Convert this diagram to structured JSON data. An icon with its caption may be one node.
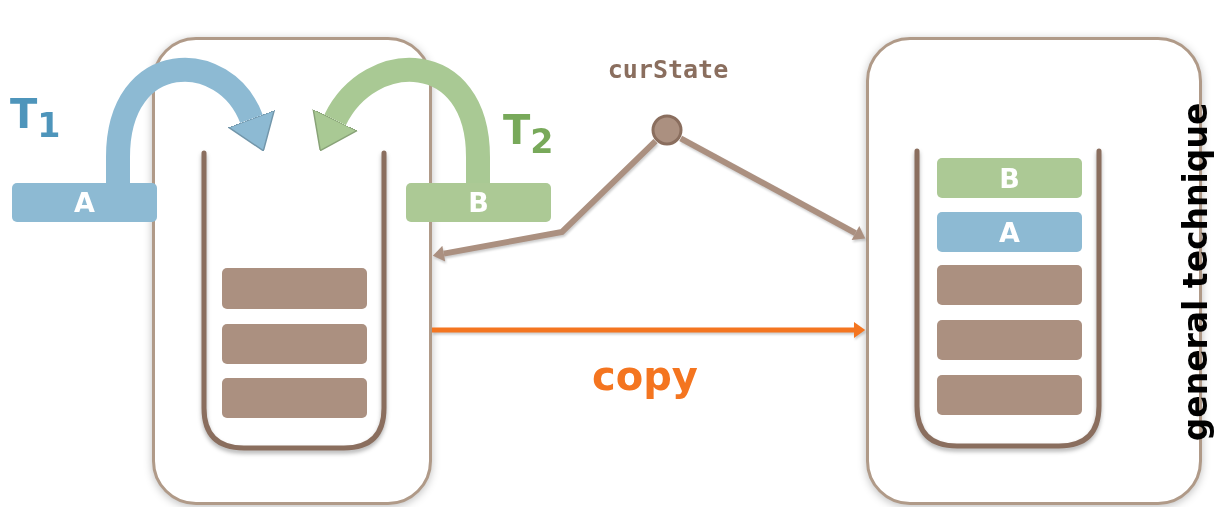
{
  "diagram": {
    "nodes": [
      {
        "text": [],
        "shape": "box"
      },
      {
        "text": [],
        "shape": "cup",
        "in": 0
      },
      {
        "text": [],
        "shape": "bar",
        "in": 1
      },
      {
        "text": [],
        "shape": "bar",
        "in": 1
      },
      {
        "text": [],
        "shape": "bar",
        "in": 1
      },
      {
        "text": [
          "A"
        ]
      },
      {
        "text": [
          "B"
        ]
      },
      {
        "text": [
          "curState"
        ]
      },
      {
        "text": [],
        "shape": "box"
      },
      {
        "text": [],
        "shape": "cup",
        "in": 8
      },
      {
        "text": [
          "B"
        ],
        "in": 9
      },
      {
        "text": [
          "A"
        ],
        "in": 9
      },
      {
        "text": [],
        "shape": "bar",
        "in": 9
      },
      {
        "text": [],
        "shape": "bar",
        "in": 9
      },
      {
        "text": [],
        "shape": "bar",
        "in": 9
      }
    ],
    "edges": [
      {
        "from": 5,
        "to": 1,
        "arrow": "to",
        "style": "thick",
        "color": "#8dbad3"
      },
      {
        "from": 6,
        "to": 1,
        "arrow": "to",
        "style": "thick",
        "color": "#a9c994"
      },
      {
        "from": 7,
        "to": 0,
        "arrow": "to"
      },
      {
        "from": 7,
        "to": 8,
        "arrow": "to"
      },
      {
        "from": 0,
        "to": 8,
        "arrow": "to",
        "label": "copy",
        "color": "#f47520"
      }
    ],
    "labels": [
      "T$_{1}$",
      "T$_{2}$",
      "general technique"
    ]
  }
}
